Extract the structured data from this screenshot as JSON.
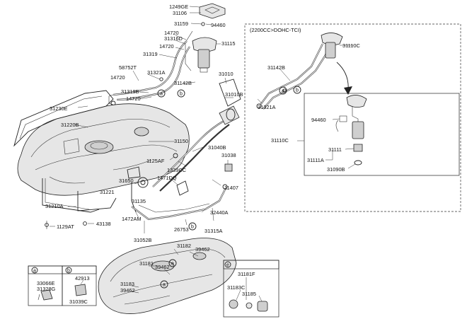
{
  "variant_box_title": "(2200CC>DOHC-TCI)",
  "parts": {
    "p1249GE": "1249GE",
    "p31106": "31106",
    "p31159": "31159",
    "p94460a": "94460",
    "p14720a": "14720",
    "p31316D": "31316D",
    "p14720b": "14720",
    "p31115": "31115",
    "p31319": "31319",
    "p58752T": "58752T",
    "p14720c": "14720",
    "p31321Aa": "31321A",
    "p31142Ba": "31142B",
    "p31319B": "31319B",
    "p14720d": "14720",
    "p31010": "31010",
    "p31010B": "31010B",
    "p31230E": "31230E",
    "p31220B": "31220B",
    "p31150": "31150",
    "p31040B": "31040B",
    "p31038": "31038",
    "p1125AF": "1125AF",
    "p1339CC": "1339CC",
    "p1471DQ": "1471DQ",
    "p31650": "31650",
    "p31221": "31221",
    "p11407": "11407",
    "p31135": "31135",
    "p31210A": "31210A",
    "p32440A": "32440A",
    "p1472AM": "1472AM",
    "p1129AT": "1129AT",
    "p43138": "43138",
    "p26753": "26753",
    "p31315A": "31315A",
    "p31052B": "31052B",
    "p31182": "31182",
    "p39462a": "39462",
    "p31181": "31181",
    "p39462b": "39462",
    "p31183": "31183",
    "p39462c": "39462",
    "p31110Ca": "31110C",
    "p31142Bb": "31142B",
    "p31321Ab": "31321A",
    "p94460b": "94460",
    "p31110Cb": "31110C",
    "p31111": "31111",
    "p31111A": "31111A",
    "p31090B": "31090B",
    "p33066E": "33066E",
    "p31328G": "31328G",
    "p42913": "42913",
    "p31039C": "31039C",
    "p31181F": "31181F",
    "p31183C": "31183C",
    "p31185": "31185"
  },
  "callouts": {
    "a": "a",
    "b": "b",
    "e": "e"
  },
  "legend": {
    "a_letter": "a",
    "b_letter": "b",
    "e_letter": "e"
  }
}
